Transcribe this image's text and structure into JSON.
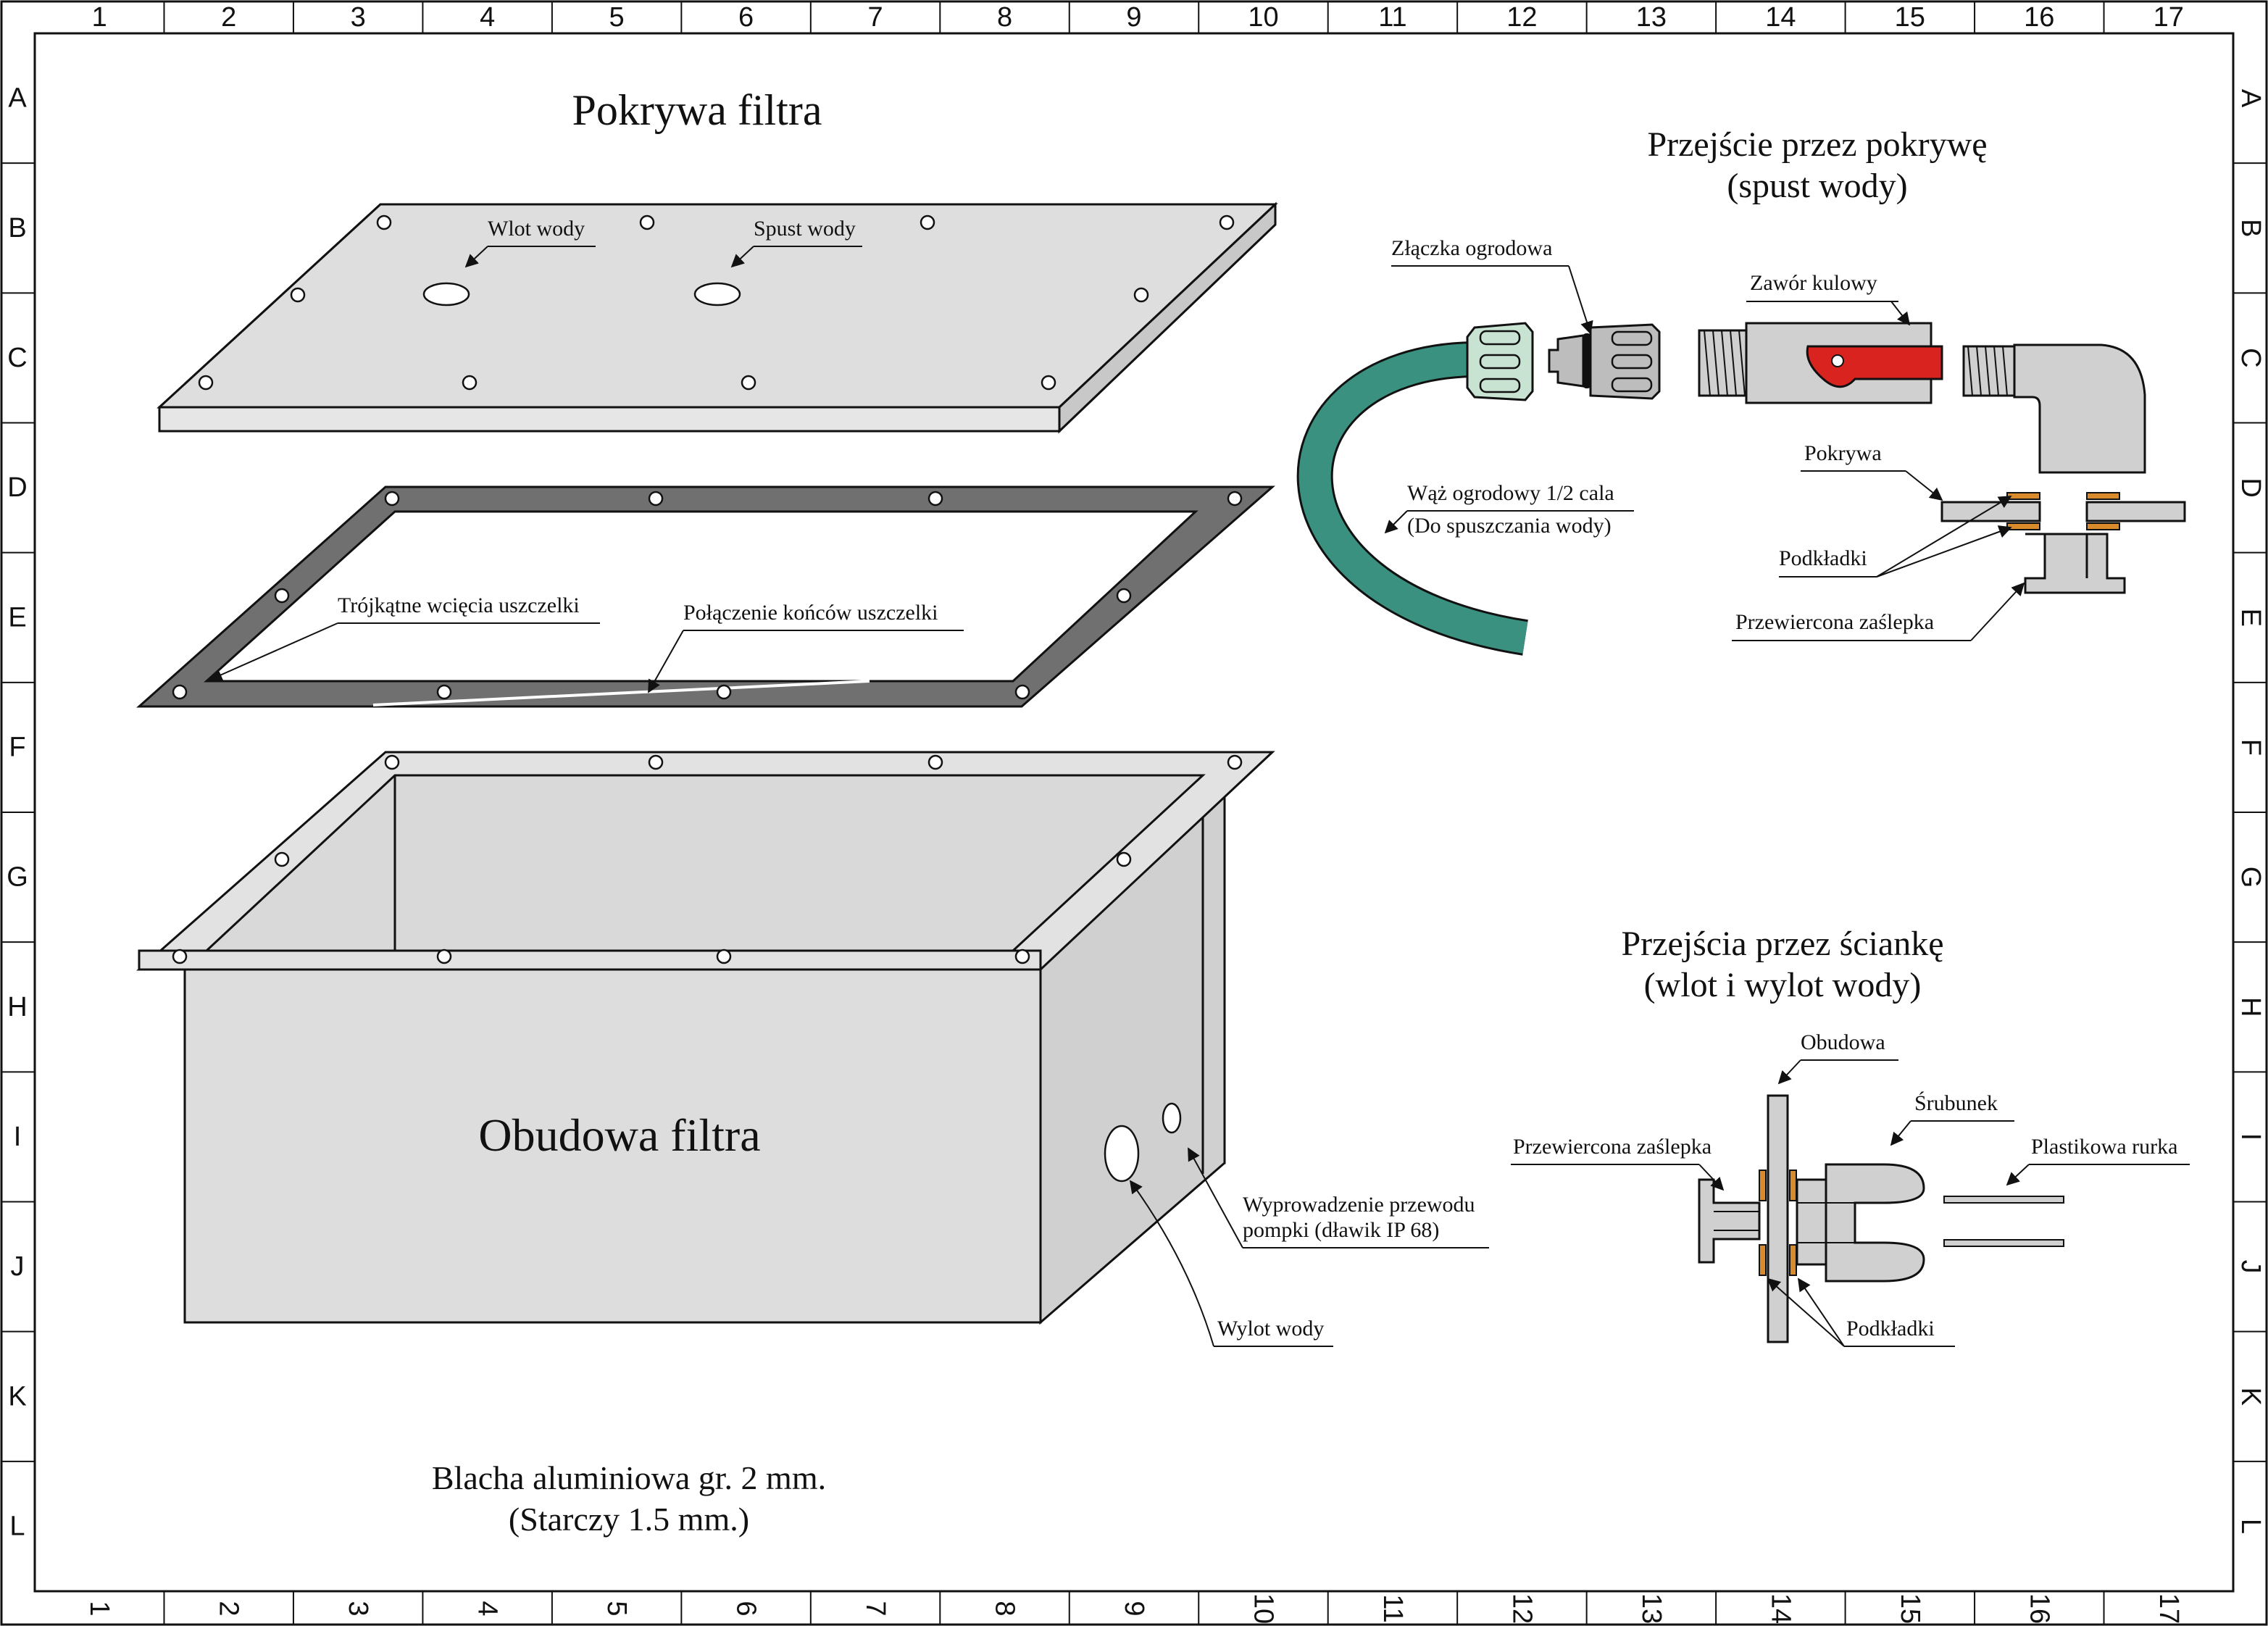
{
  "grid": {
    "columns": [
      "1",
      "2",
      "3",
      "4",
      "5",
      "6",
      "7",
      "8",
      "9",
      "10",
      "11",
      "12",
      "13",
      "14",
      "15",
      "16",
      "17"
    ],
    "rows": [
      "A",
      "B",
      "C",
      "D",
      "E",
      "F",
      "G",
      "H",
      "I",
      "J",
      "K",
      "L"
    ]
  },
  "lid": {
    "title": "Pokrywa filtra",
    "inlet_label": "Wlot wody",
    "drain_label": "Spust wody"
  },
  "gasket": {
    "notches_label": "Trójkątne wcięcia uszczelki",
    "joint_label": "Połączenie końców uszczelki"
  },
  "housing": {
    "title": "Obudowa filtra",
    "cable_label_line1": "Wyprowadzenie przewodu",
    "cable_label_line2": "pompki (dławik IP 68)",
    "outlet_label": "Wylot wody"
  },
  "lid_passage": {
    "title_line1": "Przejście przez pokrywę",
    "title_line2": "(spust wody)",
    "connector_label": "Złączka ogrodowa",
    "valve_label": "Zawór kulowy",
    "hose_label_line1": "Wąż ogrodowy 1/2 cala",
    "hose_label_line2": "(Do spuszczania wody)",
    "lid_label": "Pokrywa",
    "washers_label": "Podkładki",
    "cap_label": "Przewiercona zaślepka"
  },
  "wall_passage": {
    "title_line1": "Przejścia przez ściankę",
    "title_line2": "(wlot i wylot wody)",
    "housing_label": "Obudowa",
    "nut_label": "Śrubunek",
    "cap_label": "Przewiercona zaślepka",
    "tube_label": "Plastikowa rurka",
    "washers_label": "Podkładki"
  },
  "note": {
    "line1": "Blacha aluminiowa gr. 2 mm.",
    "line2": "(Starczy 1.5 mm.)"
  },
  "colors": {
    "sheet": "#dedede",
    "gasket": "#707070",
    "hose": "#3b9180",
    "connector": "#c9e3d3",
    "valve_handle": "#d9231f",
    "washer": "#d98a2b"
  }
}
